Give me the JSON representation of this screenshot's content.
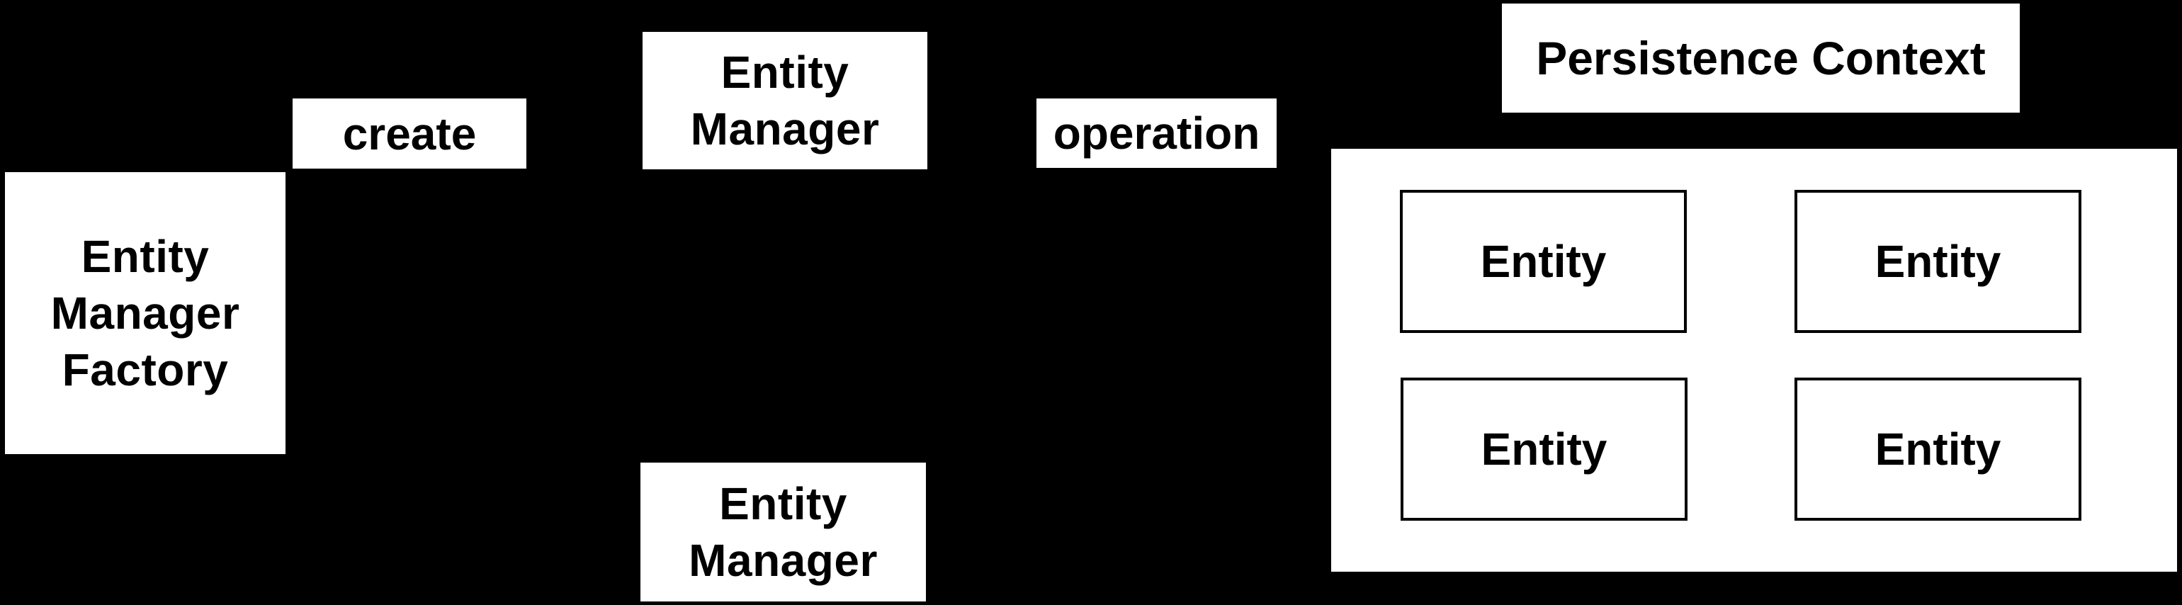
{
  "colors": {
    "background": "#000000",
    "node_fill": "#ffffff",
    "node_text": "#000000",
    "entity_border": "#000000"
  },
  "nodes": {
    "factory": {
      "lines": [
        "Entity",
        "Manager",
        "Factory"
      ]
    },
    "create_label": {
      "text": "create"
    },
    "entity_manager_top": {
      "lines": [
        "Entity",
        "Manager"
      ]
    },
    "operation_label": {
      "text": "operation"
    },
    "persistence_context": {
      "title": "Persistence Context",
      "entities": [
        "Entity",
        "Entity",
        "Entity",
        "Entity"
      ]
    },
    "entity_manager_bottom": {
      "lines": [
        "Entity",
        "Manager"
      ]
    }
  }
}
